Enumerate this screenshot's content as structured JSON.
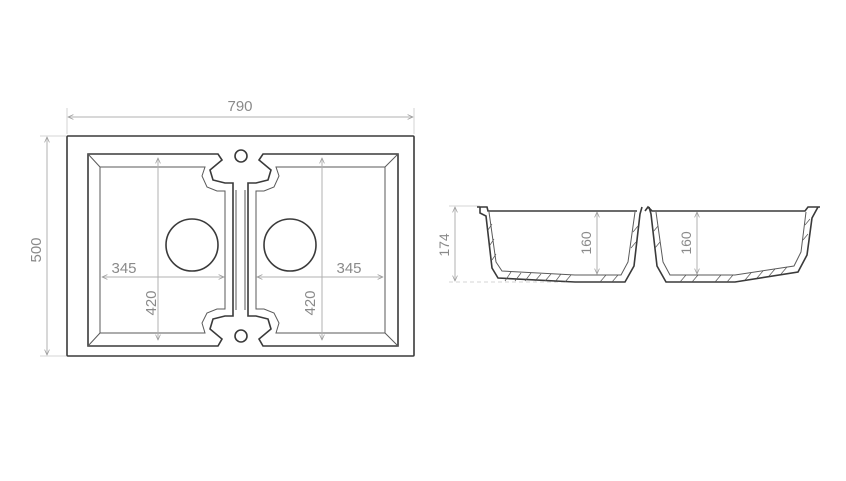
{
  "top_view": {
    "overall_width": "790",
    "overall_depth": "500",
    "left_bowl": {
      "width": "345",
      "length": "420"
    },
    "right_bowl": {
      "width": "345",
      "length": "420"
    }
  },
  "section_view": {
    "overall_height": "174",
    "left_bowl_depth": "160",
    "right_bowl_depth": "160"
  },
  "colors": {
    "outline": "#3a3a3a",
    "dimension": "#8a8a8a",
    "background": "#ffffff"
  }
}
